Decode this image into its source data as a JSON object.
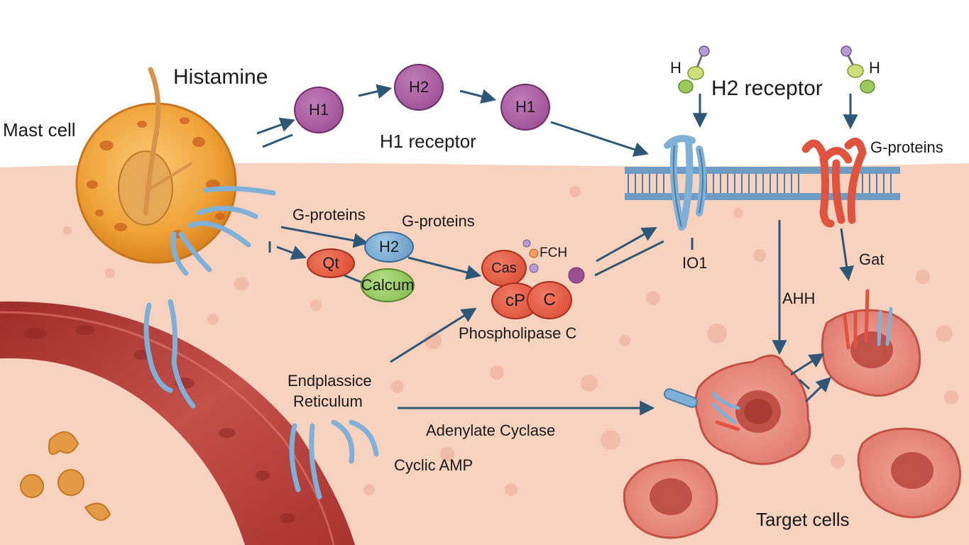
{
  "labels": {
    "histamine": "Histamine",
    "mast_cell": "Mast cell",
    "h1_receptor": "H1 receptor",
    "h2_receptor": "H2 receptor",
    "g_proteins_right": "G-proteins",
    "g_proteins_1": "G-proteins",
    "g_proteins_2": "G-proteins",
    "phospholipase_c": "Phospholipase C",
    "endoplasmic_reticulum_line1": "Endplassice",
    "endoplasmic_reticulum_line2": "Reticulum",
    "adenylate_cyclase": "Adenylate Cyclase",
    "cyclic_amp": "Cyclic AMP",
    "target_cells": "Target cells",
    "io1": "IO1",
    "ahh": "AHH",
    "gat": "Gat",
    "fch": "FCH",
    "h_left": "H",
    "h_right": "H"
  },
  "nodes": {
    "h1_first": "H1",
    "h2_top": "H2",
    "h1_second": "H1",
    "h2_mid": "H2",
    "qt": "Qt",
    "calcium": "Calcum",
    "cas": "Cas",
    "cp": "cP",
    "c": "C"
  },
  "colors": {
    "tissue": "#f6d2bf",
    "membrane": "#5d8bb0",
    "receptor_blue": "#7fb0d8",
    "receptor_red": "#e0533f",
    "mast_cell": "#f2a63d",
    "blood_vessel": "#b83a36",
    "arrow": "#2c5777",
    "histamine_node": "#a35499",
    "red_node": "#e2533e",
    "green_node": "#8cc559"
  }
}
